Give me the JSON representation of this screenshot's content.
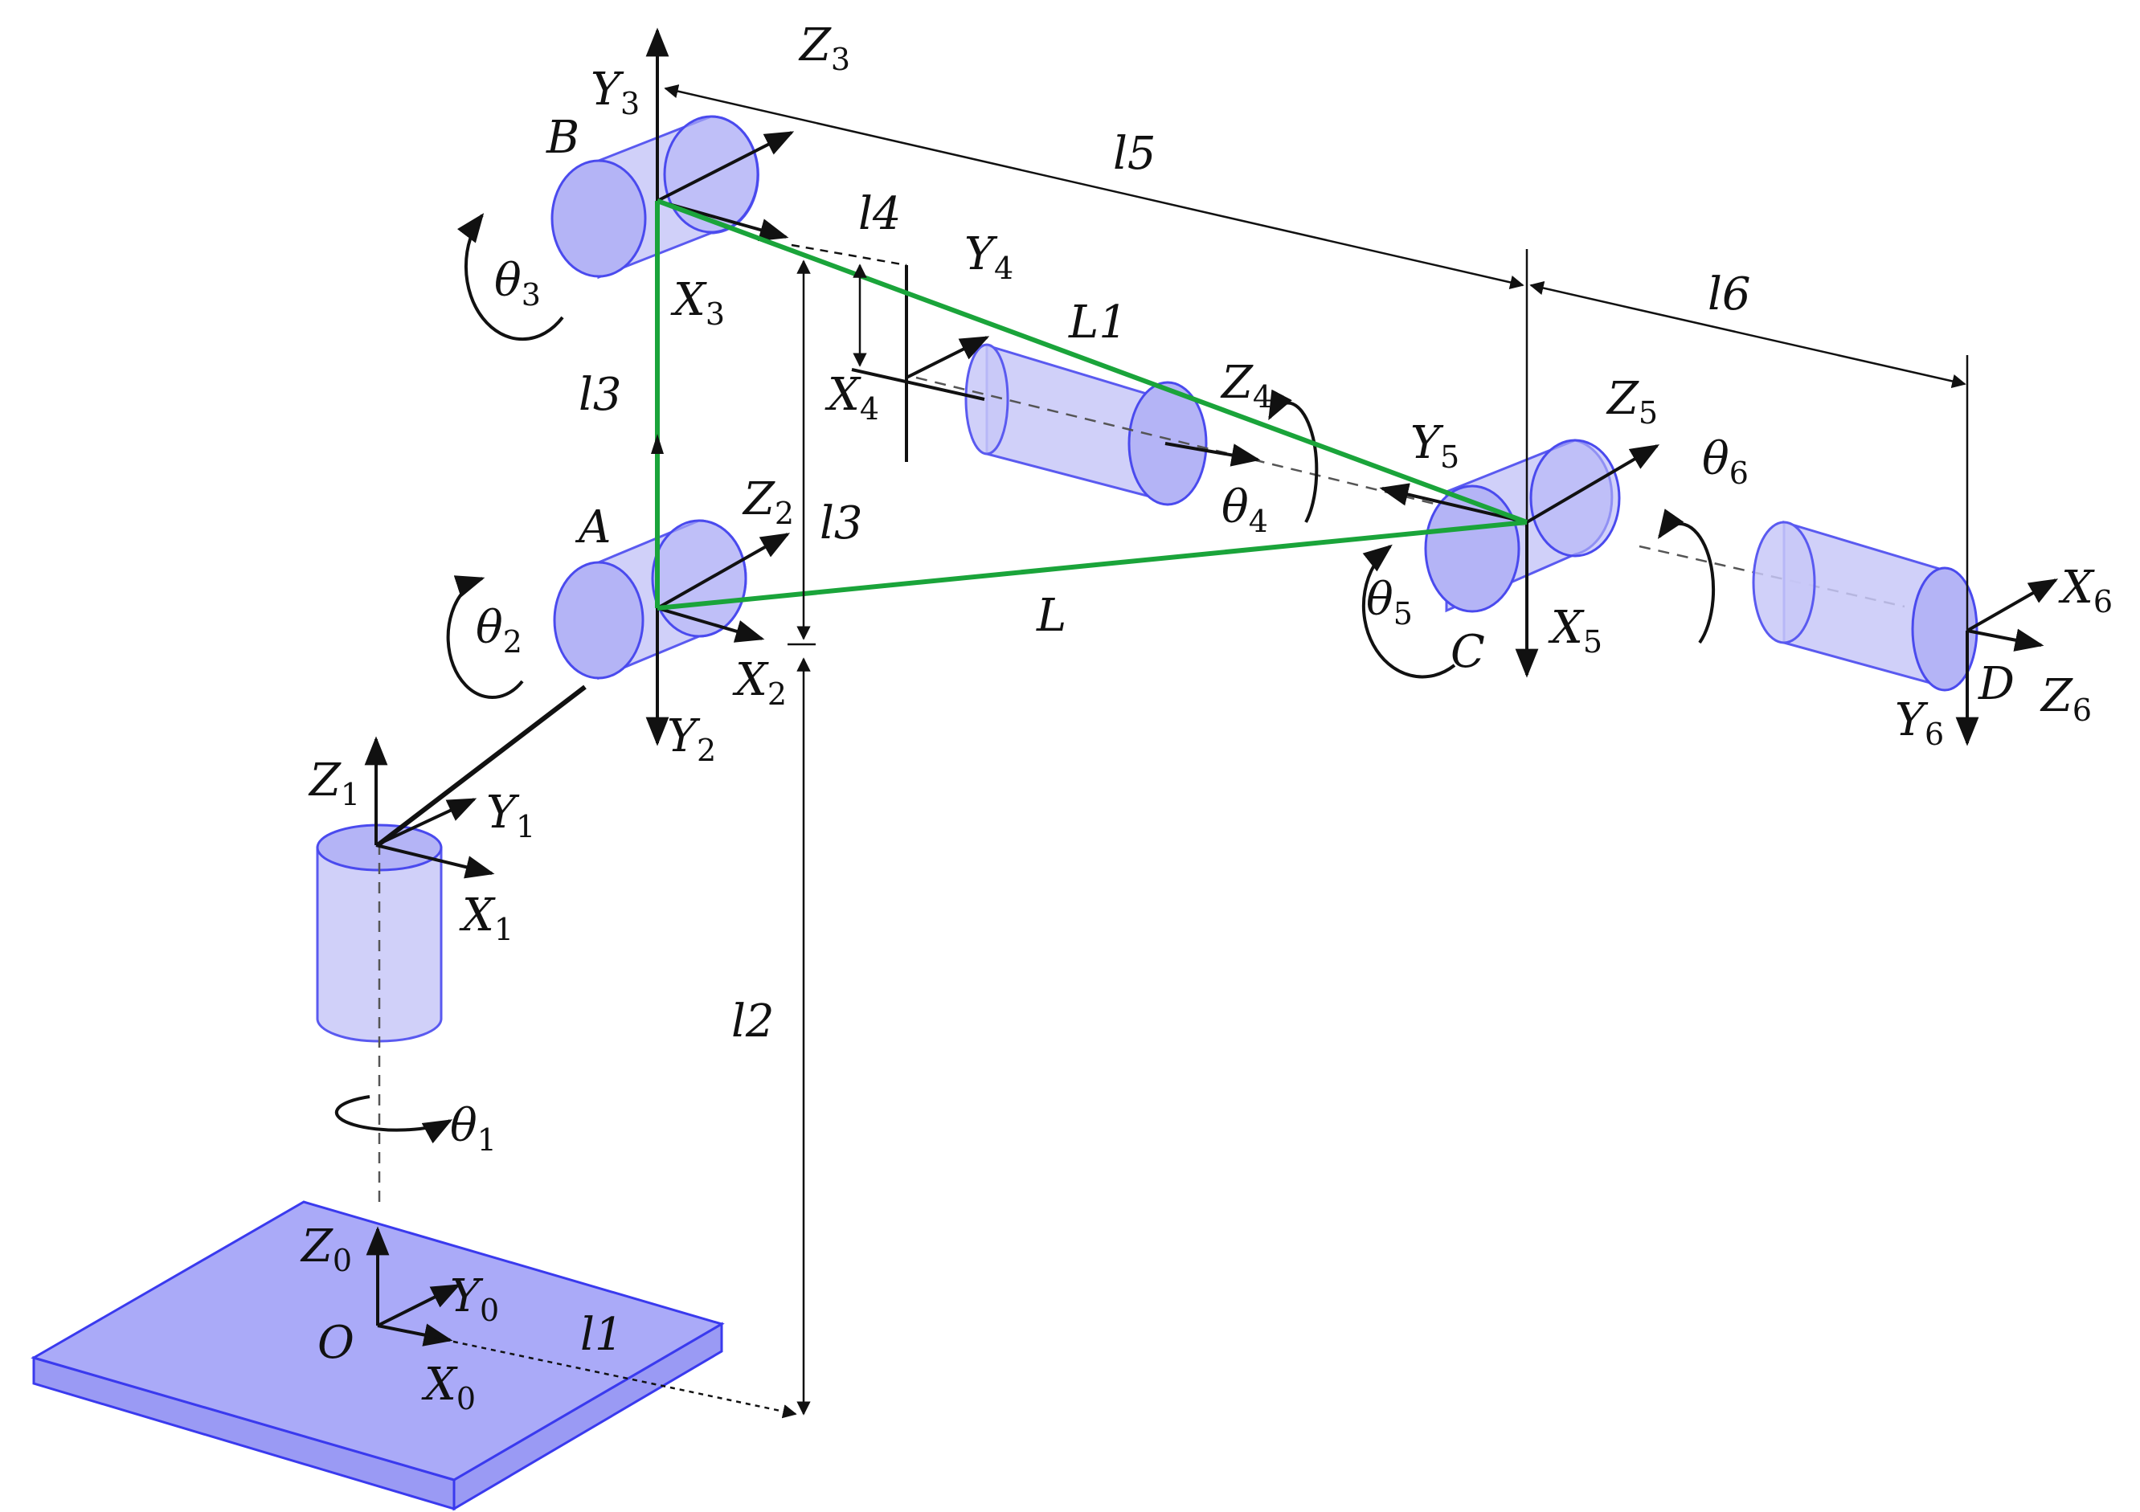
{
  "points": {
    "O": "O",
    "A": "A",
    "B": "B",
    "C": "C",
    "D": "D"
  },
  "axes": {
    "X0": {
      "base": "X",
      "sub": "0"
    },
    "Y0": {
      "base": "Y",
      "sub": "0"
    },
    "Z0": {
      "base": "Z",
      "sub": "0"
    },
    "X1": {
      "base": "X",
      "sub": "1"
    },
    "Y1": {
      "base": "Y",
      "sub": "1"
    },
    "Z1": {
      "base": "Z",
      "sub": "1"
    },
    "X2": {
      "base": "X",
      "sub": "2"
    },
    "Y2": {
      "base": "Y",
      "sub": "2"
    },
    "Z2": {
      "base": "Z",
      "sub": "2"
    },
    "X3": {
      "base": "X",
      "sub": "3"
    },
    "Y3": {
      "base": "Y",
      "sub": "3"
    },
    "Z3": {
      "base": "Z",
      "sub": "3"
    },
    "X4": {
      "base": "X",
      "sub": "4"
    },
    "Y4": {
      "base": "Y",
      "sub": "4"
    },
    "Z4": {
      "base": "Z",
      "sub": "4"
    },
    "X5": {
      "base": "X",
      "sub": "5"
    },
    "Y5": {
      "base": "Y",
      "sub": "5"
    },
    "Z5": {
      "base": "Z",
      "sub": "5"
    },
    "X6": {
      "base": "X",
      "sub": "6"
    },
    "Y6": {
      "base": "Y",
      "sub": "6"
    },
    "Z6": {
      "base": "Z",
      "sub": "6"
    }
  },
  "angles": {
    "t1": {
      "base": "θ",
      "sub": "1"
    },
    "t2": {
      "base": "θ",
      "sub": "2"
    },
    "t3": {
      "base": "θ",
      "sub": "3"
    },
    "t4": {
      "base": "θ",
      "sub": "4"
    },
    "t5": {
      "base": "θ",
      "sub": "5"
    },
    "t6": {
      "base": "θ",
      "sub": "6"
    }
  },
  "lengths": {
    "l1": "l1",
    "l2": "l2",
    "l3_upper": "l3",
    "l3_right": "l3",
    "l4": "l4",
    "l5": "l5",
    "l6": "l6",
    "L": "L",
    "L1": "L1"
  },
  "colors": {
    "joint_body": "#c8c8f8",
    "joint_outline": "#5a5af0",
    "base_plate": "#aaaaf8",
    "triangle": "#1aa43a",
    "ink": "#111111"
  }
}
